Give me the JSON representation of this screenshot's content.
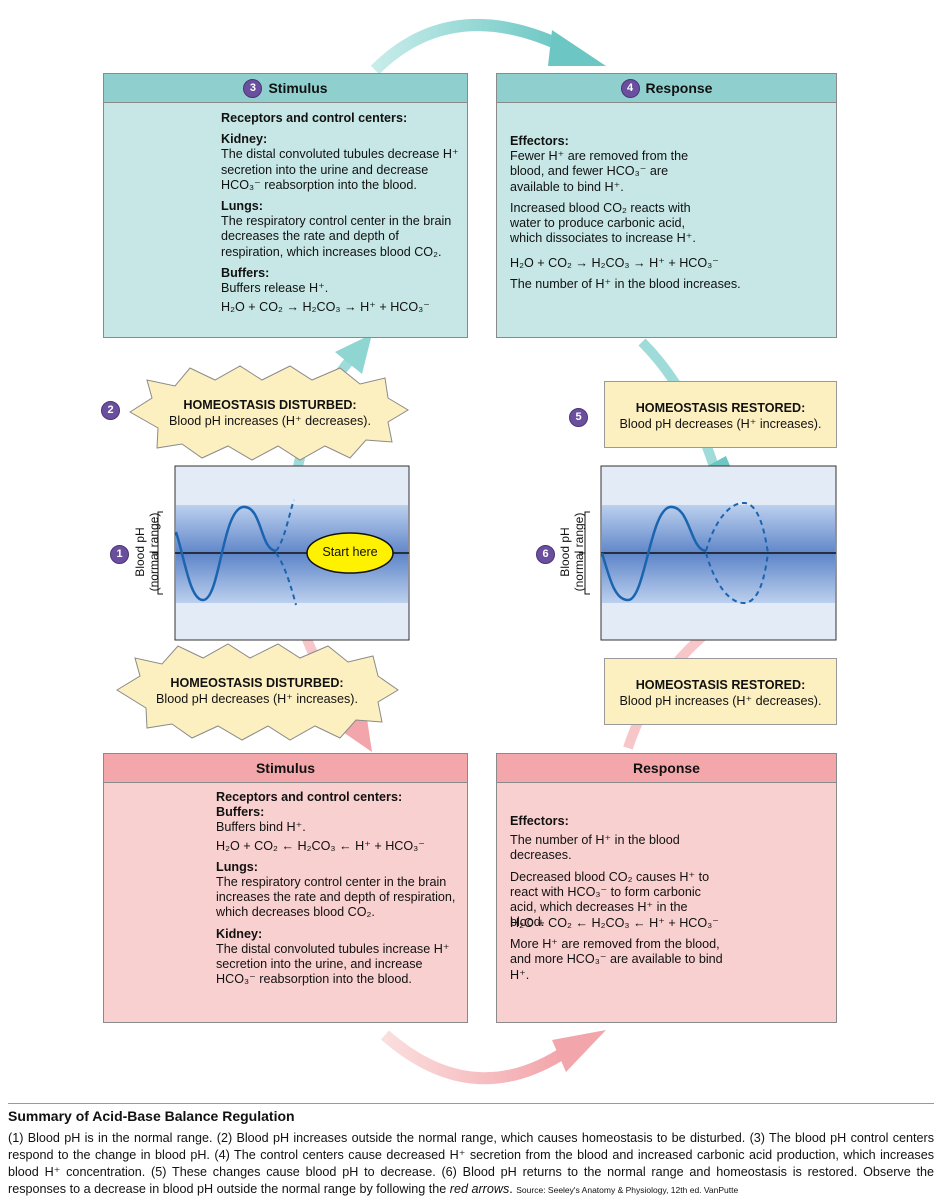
{
  "figure": {
    "step3": {
      "number": "3",
      "title": "Stimulus",
      "heading": "Receptors and control centers:",
      "kidney_label": "Kidney:",
      "kidney_text": "The distal convoluted tubules decrease H⁺ secretion into the urine and decrease HCO₃⁻ reabsorption into the blood.",
      "lungs_label": "Lungs:",
      "lungs_text": "The respiratory control center in the brain decreases the rate and depth of respiration, which increases blood CO₂.",
      "buffers_label": "Buffers:",
      "buffers_text": "Buffers release H⁺.",
      "equation": "H₂O + CO₂ → H₂CO₃ → H⁺ + HCO₃⁻"
    },
    "step4": {
      "number": "4",
      "title": "Response",
      "heading": "Effectors:",
      "text1": "Fewer H⁺ are removed from the blood, and fewer HCO₃⁻ are available to bind H⁺.",
      "text2": "Increased blood CO₂ reacts with water to produce carbonic acid, which dissociates to increase H⁺.",
      "equation": "H₂O + CO₂ → H₂CO₃ → H⁺ + HCO₃⁻",
      "text3": "The number of H⁺ in the blood increases."
    },
    "step2": {
      "number": "2",
      "title": "HOMEOSTASIS DISTURBED:",
      "text": "Blood pH increases (H⁺ decreases)."
    },
    "step5": {
      "number": "5",
      "title": "HOMEOSTASIS RESTORED:",
      "text": "Blood pH decreases (H⁺ increases)."
    },
    "graph_left": {
      "number": "1",
      "ylabel1": "Blood pH",
      "ylabel2": "(normal range)",
      "start_label": "Start here"
    },
    "graph_right": {
      "number": "6",
      "ylabel1": "Blood pH",
      "ylabel2": "(normal range)"
    },
    "disturbed_low": {
      "title": "HOMEOSTASIS DISTURBED:",
      "text": "Blood pH decreases (H⁺ increases)."
    },
    "restored_low": {
      "title": "HOMEOSTASIS RESTORED:",
      "text": "Blood pH increases (H⁺ decreases)."
    },
    "stimulus_low": {
      "title": "Stimulus",
      "heading": "Receptors and control centers:",
      "buffers_label": "Buffers:",
      "buffers_text": "Buffers bind H⁺.",
      "equation": "H₂O + CO₂ ← H₂CO₃ ← H⁺ + HCO₃⁻",
      "lungs_label": "Lungs:",
      "lungs_text": "The respiratory control center in the brain increases the rate and depth of respiration, which decreases blood CO₂.",
      "kidney_label": "Kidney:",
      "kidney_text": "The distal convoluted tubules increase H⁺ secretion into the urine, and increase HCO₃⁻ reabsorption into the blood."
    },
    "response_low": {
      "title": "Response",
      "heading": "Effectors:",
      "text1": "The number of H⁺ in the blood decreases.",
      "text2": "Decreased blood CO₂ causes H⁺ to react with HCO₃⁻ to form carbonic acid, which decreases H⁺ in the blood.",
      "equation": "H₂O + CO₂ ← H₂CO₃ ← H⁺ + HCO₃⁻",
      "text3": "More H⁺ are removed from the blood, and more HCO₃⁻ are available to bind H⁺."
    }
  },
  "summary": {
    "title": "Summary of Acid-Base Balance Regulation",
    "body": "(1) Blood pH is in the normal range. (2) Blood pH increases outside the normal range, which causes homeostasis to be disturbed. (3) The blood pH control centers respond to the change in blood pH. (4) The control centers cause decreased H⁺ secretion from the blood and increased carbonic acid production, which increases blood H⁺ concentration. (5) These changes cause blood pH to decrease. (6) Blood pH returns to the normal range and homeostasis is restored. Observe the responses to a decrease in blood pH outside the normal range by following the",
    "body_italic": "red arrows",
    "source": "Source: Seeley's Anatomy & Physiology, 12th ed. VanPutte"
  },
  "colors": {
    "teal_fill": "#c6e7e6",
    "teal_header": "#8fd0cf",
    "pink_fill": "#f9d0d0",
    "pink_header": "#f4a7ab",
    "yellow": "#fdf0c0",
    "curve": "#1a64b0",
    "number_badge": "#6b4f9f"
  }
}
